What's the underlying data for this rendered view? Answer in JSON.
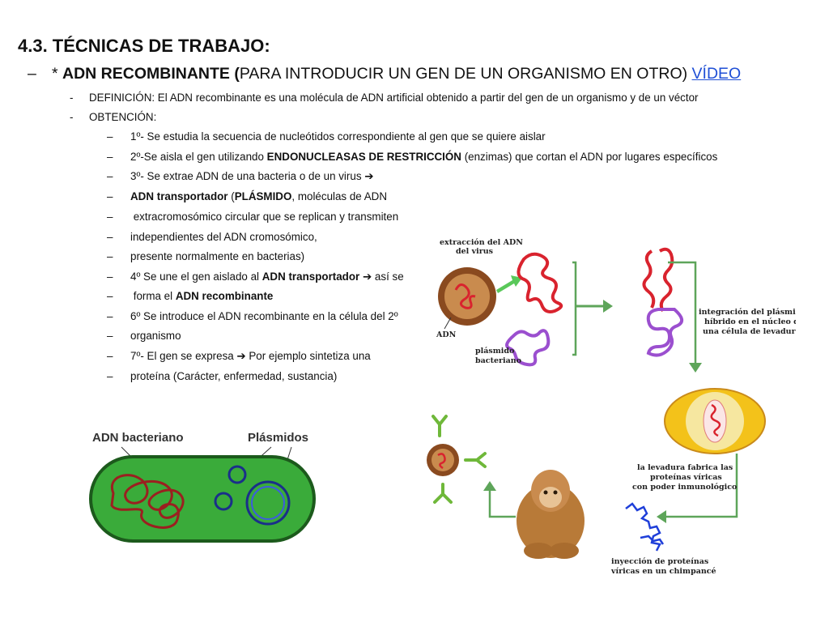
{
  "title": "4.3. TÉCNICAS DE TRABAJO:",
  "bullet1": {
    "dash": "–",
    "prefix": "* ",
    "bold": "ADN RECOMBINANTE (",
    "rest": "PARA INTRODUCIR UN GEN DE UN ORGANISMO EN OTRO) ",
    "link": "VÍDEO"
  },
  "sub": [
    {
      "dash": "-",
      "text": "DEFINICIÓN: El ADN recombinante es una molécula de ADN artificial obtenido a partir del gen de un organismo y de un véctor"
    },
    {
      "dash": "-",
      "text": "OBTENCIÓN:"
    }
  ],
  "steps": [
    {
      "dash": "–",
      "parts": [
        {
          "t": "1º- Se estudia la secuencia de nucleótidos correspondiente al gen que se quiere aislar"
        }
      ]
    },
    {
      "dash": "–",
      "parts": [
        {
          "t": "2º-Se aisla el gen utilizando "
        },
        {
          "t": "ENDONUCLEASAS DE RESTRICCIÓN",
          "b": true
        },
        {
          "t": " (enzimas) que cortan el ADN por lugares específicos"
        }
      ]
    },
    {
      "dash": "–",
      "parts": [
        {
          "t": "3º- Se extrae ADN de una bacteria  o de un virus ➔"
        }
      ]
    },
    {
      "dash": "–",
      "parts": [
        {
          "t": "ADN transportador",
          "b": true
        },
        {
          "t": " ("
        },
        {
          "t": "PLÁSMIDO",
          "b": true
        },
        {
          "t": ", moléculas de ADN"
        }
      ]
    },
    {
      "dash": "–",
      "parts": [
        {
          "t": " extracromosómico circular que se replican y transmiten"
        }
      ]
    },
    {
      "dash": "–",
      "parts": [
        {
          "t": "independientes del ADN cromosómico,"
        }
      ]
    },
    {
      "dash": "–",
      "parts": [
        {
          "t": "presente normalmente en bacterias)"
        }
      ]
    },
    {
      "dash": "–",
      "parts": [
        {
          "t": "4º Se une el gen aislado al "
        },
        {
          "t": "ADN transportador",
          "b": true
        },
        {
          "t": " ➔ así se"
        }
      ]
    },
    {
      "dash": "–",
      "parts": [
        {
          "t": " forma el "
        },
        {
          "t": "ADN recombinante",
          "b": true
        }
      ]
    },
    {
      "dash": "–",
      "parts": [
        {
          "t": "6º  Se introduce el ADN recombinante en la célula del 2º"
        }
      ]
    },
    {
      "dash": "–",
      "parts": [
        {
          "t": "organismo"
        }
      ]
    },
    {
      "dash": "–",
      "parts": [
        {
          "t": "7º- El gen se expresa ➔ Por ejemplo sintetiza una"
        }
      ]
    },
    {
      "dash": "–",
      "parts": [
        {
          "t": "proteína (Carácter, enfermedad, sustancia)"
        }
      ]
    }
  ],
  "bacteria_figure": {
    "label_chromosome": "ADN bacteriano",
    "label_plasmids": "Plásmidos"
  },
  "cycle_figure": {
    "label_extraction_1": "extracción del ADN",
    "label_extraction_2": "del virus",
    "label_adn": "ADN",
    "label_plasmid_1": "plásmido",
    "label_plasmid_2": "bacteriano",
    "label_integration_1": "integración del plásmido",
    "label_integration_2": "híbrido en el núcleo de",
    "label_integration_3": "una célula de levadura",
    "label_yeast_1": "la levadura fabrica las",
    "label_yeast_2": "proteínas víricas",
    "label_yeast_3": "con poder inmunológico",
    "label_injection_1": "inyección de proteínas",
    "label_injection_2": "víricas en un chimpancé"
  }
}
